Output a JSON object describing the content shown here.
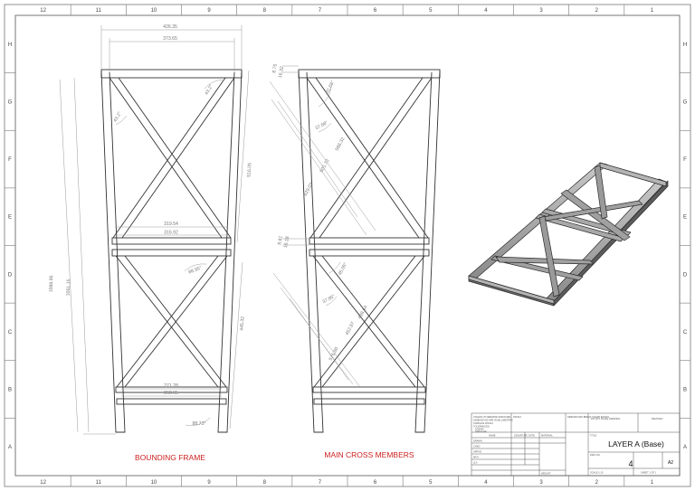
{
  "zones": {
    "columns": [
      "12",
      "11",
      "10",
      "9",
      "8",
      "7",
      "6",
      "5",
      "4",
      "3",
      "2",
      "1"
    ],
    "rows": [
      "H",
      "G",
      "F",
      "E",
      "D",
      "C",
      "B",
      "A"
    ]
  },
  "frame_view": {
    "caption": "BOUNDING FRAME",
    "dims": {
      "top_outer": "426.35",
      "top_inner": "373.65",
      "mid_upper": "319.54",
      "mid_lower": "316.92",
      "bottom_upper": "271.28",
      "bottom_lower": "268.65",
      "height_outer": "1088.95",
      "height_inner": "1061.15",
      "upper_bay": "516.05",
      "lower_bay": "445.32",
      "angle_top": "43.2°",
      "angle_top_left": "43.2°",
      "angle_mid": "88.95°",
      "angle_bottom": "88.73°"
    }
  },
  "cross_view": {
    "caption": "MAIN CROSS MEMBERS",
    "dims": {
      "top_a": "8.75",
      "top_b": "16.32",
      "mid_a": "8.81",
      "mid_b": "16.18",
      "angle_1": "31.68°",
      "angle_2": "37.68°",
      "upper_long": "588.32",
      "upper_short": "501.72",
      "upper_full": "629.03",
      "angle_3": "45.05°",
      "angle_4": "37.85°",
      "lower_long": "498.64",
      "lower_short": "452.97",
      "lower_full": "576.80"
    }
  },
  "title_block": {
    "notes": [
      "UNLESS OTHERWISE SPECIFIED:",
      "DIMENSIONS ARE IN MILLIMETERS",
      "SURFACE FINISH:",
      "TOLERANCES:",
      "LINEAR:",
      "ANGULAR:"
    ],
    "finish_label": "FINISH:",
    "deburr_label": "DEBURR AND BREAK SHARP EDGES",
    "no_scale_label": "DO NOT SCALE DRAWING",
    "revision_label": "REVISION",
    "row_labels": [
      "NAME",
      "SIGNATURE",
      "DATE",
      "DRAWN",
      "CHKD",
      "APPV'D",
      "MFG",
      "Q.A"
    ],
    "material_label": "MATERIAL:",
    "weight_label": "WEIGHT:",
    "title_label": "TITLE:",
    "title": "LAYER A (Base)",
    "dwg_no_label": "DWG NO.",
    "dwg_no": "4",
    "size": "A2",
    "scale_label": "SCALE:1:10",
    "sheet_label": "SHEET 1 OF 1"
  }
}
